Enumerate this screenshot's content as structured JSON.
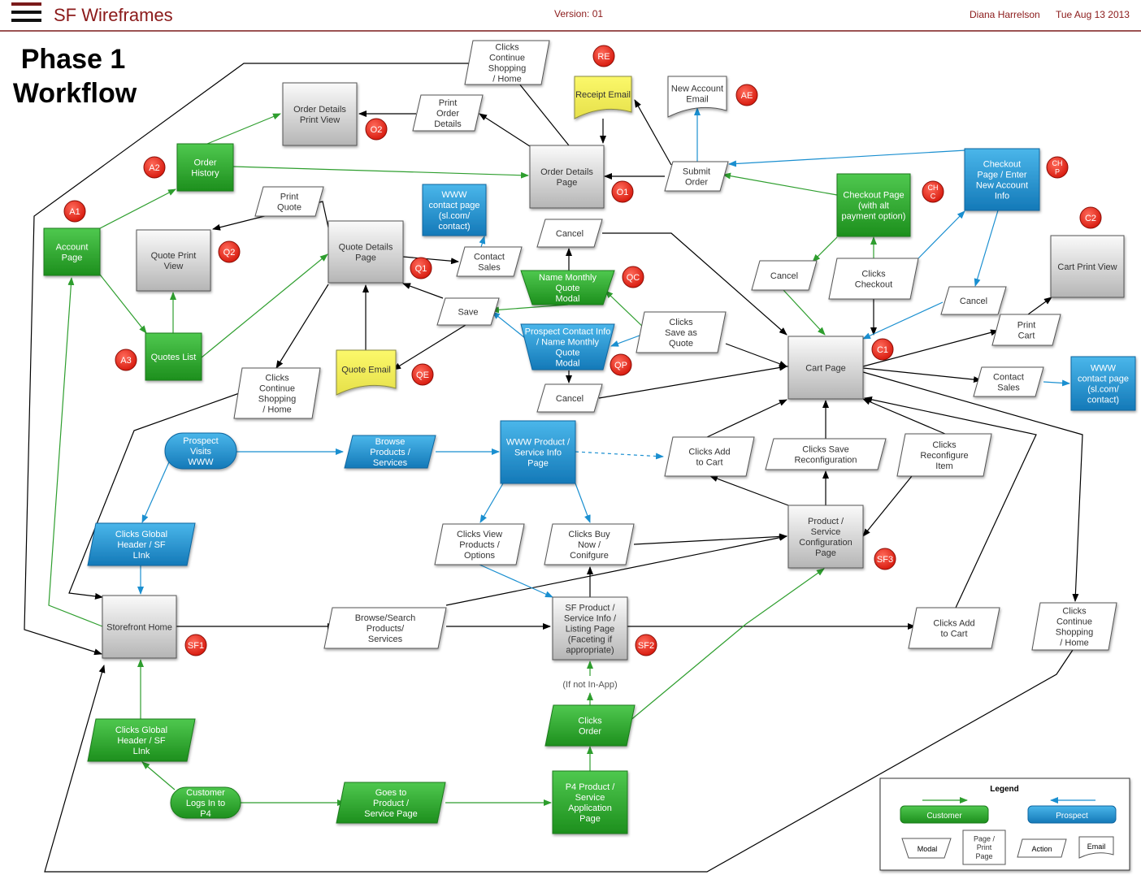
{
  "header": {
    "app_title": "SF Wireframes",
    "version": "Version: 01",
    "author": "Diana Harrelson",
    "date": "Tue Aug 13 2013"
  },
  "page_title": [
    "Phase 1",
    "Workflow"
  ],
  "colors": {
    "customer": "#2e9e2e",
    "prospect": "#1a8fd0",
    "page": "#b8b8b8",
    "email": "#f4f06a",
    "badge": "#e8261b",
    "header_rule": "#7a1a1a"
  },
  "nodes": {
    "clicks_continue_top": "Clicks\nContinue\nShopping\n/ Home",
    "receipt_email": "Receipt Email",
    "new_account_email": "New Account\nEmail",
    "order_details_print_view": "Order Details\nPrint View",
    "print_order_details": "Print\nOrder\nDetails",
    "order_history": "Order\nHistory",
    "order_details_page": "Order Details\nPage",
    "submit_order": "Submit\nOrder",
    "checkout_page_enter": "Checkout\nPage / Enter\nNew Account\nInfo",
    "checkout_page_alt": "Checkout Page\n(with alt\npayment option)",
    "print_quote": "Print\nQuote",
    "www_contact_top": "WWW\ncontact page\n(sl.com/\ncontact)",
    "account_page": "Account\nPage",
    "quote_print_view": "Quote Print\nView",
    "quote_details_page": "Quote Details\nPage",
    "contact_sales_top": "Contact\nSales",
    "cancel_top": "Cancel",
    "name_monthly_modal": "Name Monthly\nQuote\nModal",
    "cancel_checkout": "Cancel",
    "clicks_checkout": "Clicks\nCheckout",
    "cart_print_view": "Cart Print View",
    "cancel_right": "Cancel",
    "save": "Save",
    "prospect_contact_modal": "Prospect Contact Info\n/ Name Monthly\nQuote\nModal",
    "clicks_save_quote": "Clicks\nSave as\nQuote",
    "print_cart": "Print\nCart",
    "quotes_list": "Quotes List",
    "quote_email": "Quote Email",
    "cart_page": "Cart Page",
    "contact_sales_right": "Contact\nSales",
    "www_contact_right": "WWW\ncontact page\n(sl.com/\ncontact)",
    "cancel_bottom": "Cancel",
    "clicks_continue_mid": "Clicks\nContinue\nShopping\n/ Home",
    "prospect_visits": "Prospect\nVisits\nWWW",
    "browse_products": "Browse\nProducts /\nServices",
    "www_product_info": "WWW Product /\nService Info\nPage",
    "clicks_add_cart_top": "Clicks Add\nto Cart",
    "clicks_save_reconfig": "Clicks Save\nReconfiguration",
    "clicks_reconfigure": "Clicks\nReconfigure\nItem",
    "clicks_global_top": "Clicks Global\nHeader / SF\nLInk",
    "clicks_view_products": "Clicks View\nProducts /\nOptions",
    "clicks_buy_now": "Clicks Buy\nNow /\nConifgure",
    "product_config_page": "Product /\nService\nConfiguration\nPage",
    "storefront_home": "Storefront Home",
    "browse_search": "Browse/Search\nProducts/\nServices",
    "sf_product_listing": "SF Product /\nService Info /\nListing Page\n(Faceting if\nappropriate)",
    "clicks_add_cart_bottom": "Clicks Add\nto Cart",
    "clicks_continue_right": "Clicks\nContinue\nShopping\n/ Home",
    "if_not_in_app": "(If not In-App)",
    "clicks_order": "Clicks\nOrder",
    "clicks_global_bottom": "Clicks Global\nHeader / SF\nLInk",
    "customer_logs_in": "Customer\nLogs In to\nP4",
    "goes_to_product": "Goes to\nProduct /\nService Page",
    "p4_product_page": "P4 Product /\nService\nApplication\nPage"
  },
  "badges": {
    "RE": "RE",
    "AE": "AE",
    "O2": "O2",
    "A2": "A2",
    "O1": "O1",
    "CHP": "CH\nP",
    "CHC": "CH\nC",
    "A1": "A1",
    "Q2": "Q2",
    "Q1": "Q1",
    "QC": "QC",
    "C2": "C2",
    "A3": "A3",
    "QP": "QP",
    "C1": "C1",
    "QE": "QE",
    "SF3": "SF3",
    "SF1": "SF1",
    "SF2": "SF2"
  },
  "legend": {
    "title": "Legend",
    "customer": "Customer",
    "prospect": "Prospect",
    "modal": "Modal",
    "page": "Page /\nPrint\nPage",
    "action": "Action",
    "email": "Email"
  }
}
